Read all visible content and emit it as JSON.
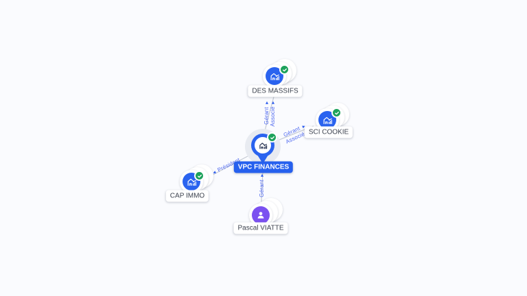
{
  "graph": {
    "center_company": "VPC FINANCES",
    "colors": {
      "background": "#fafbfe",
      "primary_blue": "#2a63ef",
      "verified_green": "#1da25b",
      "person_purple": "#7b51f0",
      "edge_line": "#c5cad4",
      "edge_label_blue": "#4e68f0",
      "node_label_text": "#3c424e"
    }
  },
  "nodes": {
    "center": {
      "label": "VPC FINANCES",
      "type": "company",
      "icon": "building-chart-icon",
      "verified": true
    },
    "top": {
      "label": "DES MASSIFS",
      "type": "company",
      "icon": "building-chart-icon",
      "verified": true
    },
    "right": {
      "label": "SCI COOKIE",
      "type": "company",
      "icon": "building-chart-icon",
      "verified": true
    },
    "left": {
      "label": "CAP IMMO",
      "type": "company",
      "icon": "building-chart-icon",
      "verified": true
    },
    "bottom": {
      "label": "Pascal VIATTE",
      "type": "person",
      "icon": "person-icon",
      "verified": false
    }
  },
  "edges": [
    {
      "from": "VPC FINANCES",
      "to": "DES MASSIFS",
      "labels": [
        "Gérant",
        "Associé"
      ]
    },
    {
      "from": "VPC FINANCES",
      "to": "SCI COOKIE",
      "labels": [
        "Gérant",
        "Associé"
      ]
    },
    {
      "from": "VPC FINANCES",
      "to": "CAP IMMO",
      "labels": [
        "Président"
      ]
    },
    {
      "from": "Pascal VIATTE",
      "to": "VPC FINANCES",
      "labels": [
        "Gérant"
      ]
    }
  ]
}
